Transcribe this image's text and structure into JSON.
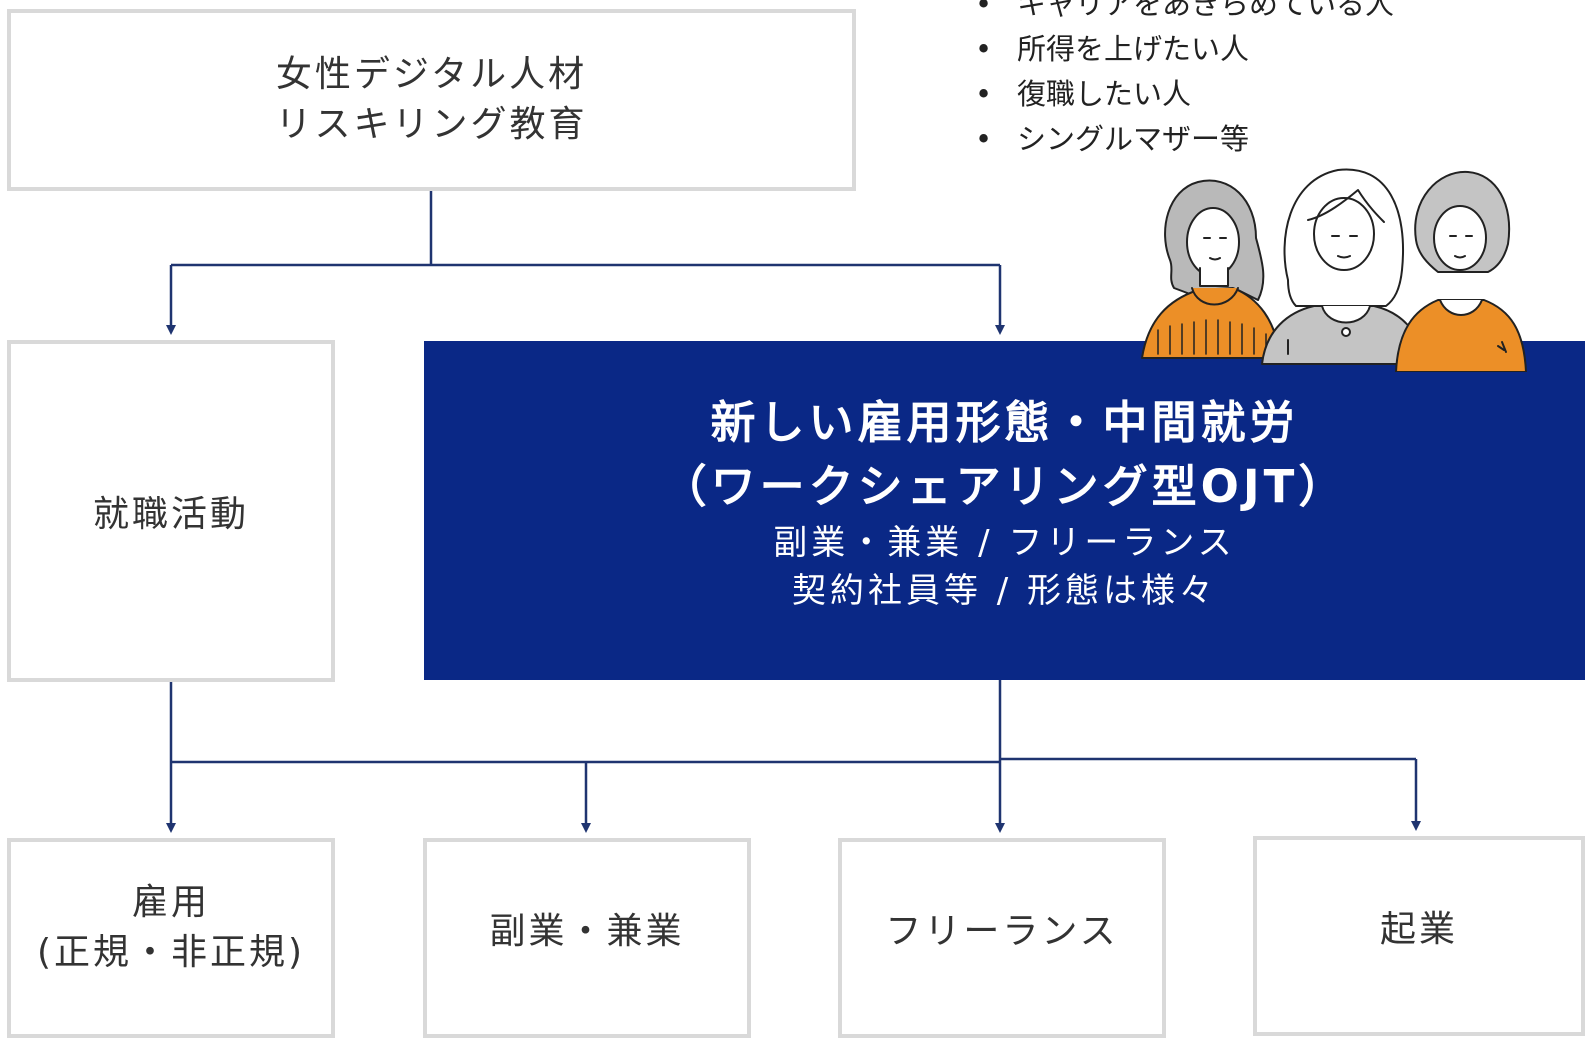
{
  "top_box": {
    "line1": "女性デジタル人材",
    "line2": "リスキリング教育"
  },
  "job_hunting": {
    "label": "就職活動"
  },
  "main_box": {
    "title_line1": "新しい雇用形態・中間就労",
    "title_line2": "（ワークシェアリング型OJT）",
    "sub_line1": "副業・兼業 / フリーランス",
    "sub_line2": "契約社員等 / 形態は様々"
  },
  "target_people": [
    "キャリアをあきらめている人",
    "所得を上げたい人",
    "復職したい人",
    "シングルマザー等"
  ],
  "outcomes": {
    "employment_line1": "雇用",
    "employment_line2": "(正規・非正規)",
    "side_job": "副業・兼業",
    "freelance": "フリーランス",
    "startup": "起業"
  },
  "colors": {
    "navy": "#0a2886",
    "connector": "#1f3470",
    "box_border": "#d9d9d9",
    "orange": "#ec8f27",
    "gray": "#c4c4c4"
  }
}
